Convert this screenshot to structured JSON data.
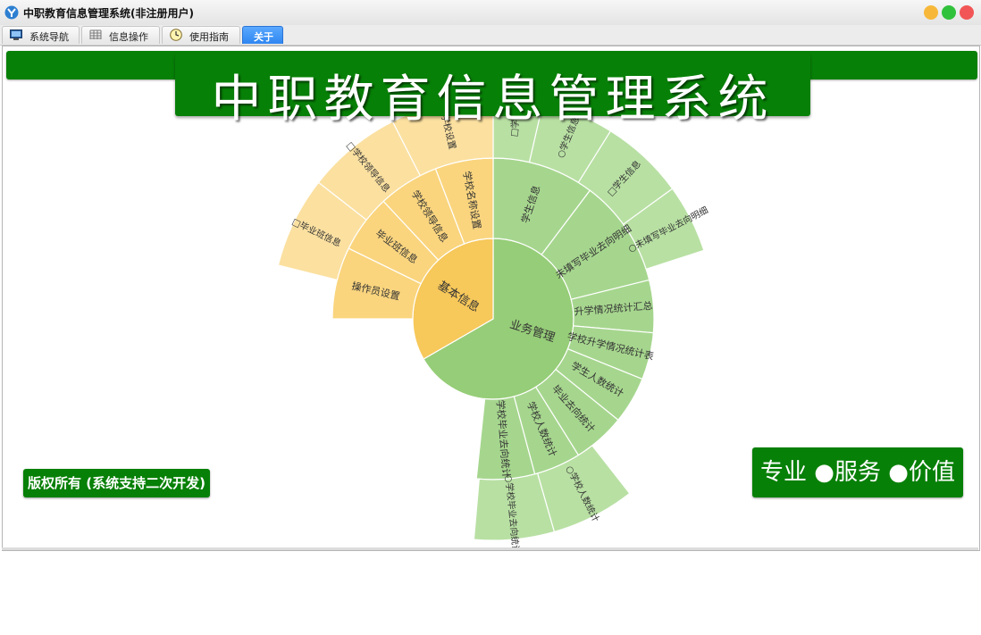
{
  "window": {
    "title": "中职教育信息管理系统(非注册用户)",
    "controls": [
      {
        "name": "minimize",
        "color": "#f7b83a"
      },
      {
        "name": "maximize",
        "color": "#31c23c"
      },
      {
        "name": "close",
        "color": "#f25555"
      }
    ]
  },
  "tabs": [
    {
      "label": "系统导航",
      "icon": "monitor-icon"
    },
    {
      "label": "信息操作",
      "icon": "grid-icon"
    },
    {
      "label": "使用指南",
      "icon": "clock-icon"
    },
    {
      "label": "关于",
      "active": true
    }
  ],
  "header": {
    "title": "中职教育信息管理系统"
  },
  "copyright": "版权所有 (系统支持二次开发)",
  "slogan": "专业 ●服务 ●价值",
  "colors": {
    "brand_green": "#078007",
    "orange_inner": "#f7c85a",
    "orange_mid": "#fad57e",
    "orange_outer": "#fbe0a0",
    "green_inner": "#96cd78",
    "green_mid": "#a6d68e",
    "green_outer": "#b8e0a3"
  },
  "sunburst": {
    "type": "sunburst",
    "rings": [
      {
        "label": "业务管理",
        "color": "green",
        "children": [
          {
            "label": "学生信息",
            "children": [
              "□学生",
              "○学生信息",
              "□学生信息"
            ]
          },
          {
            "label": "未填写毕业去向明细",
            "children": [
              "○未填写毕业去向明细"
            ]
          },
          {
            "label": "升学情况统计汇总",
            "children": []
          },
          {
            "label": "学校升学情况统计表",
            "children": []
          },
          {
            "label": "学生人数统计",
            "children": []
          },
          {
            "label": "毕业去向统计",
            "children": []
          },
          {
            "label": "学校人数统计",
            "children": [
              "○学校人数统计"
            ]
          },
          {
            "label": "学校毕业去向统计",
            "children": [
              "○学校毕业去向统计"
            ]
          }
        ]
      },
      {
        "label": "基本信息",
        "color": "orange",
        "children": [
          {
            "label": "操作员设置",
            "children": []
          },
          {
            "label": "毕业班信息",
            "children": [
              "□毕业班信息"
            ]
          },
          {
            "label": "学校领导信息",
            "children": [
              "□学校领导信息"
            ]
          },
          {
            "label": "学校名称设置",
            "children": [
              "□学校设置"
            ]
          }
        ]
      }
    ]
  }
}
